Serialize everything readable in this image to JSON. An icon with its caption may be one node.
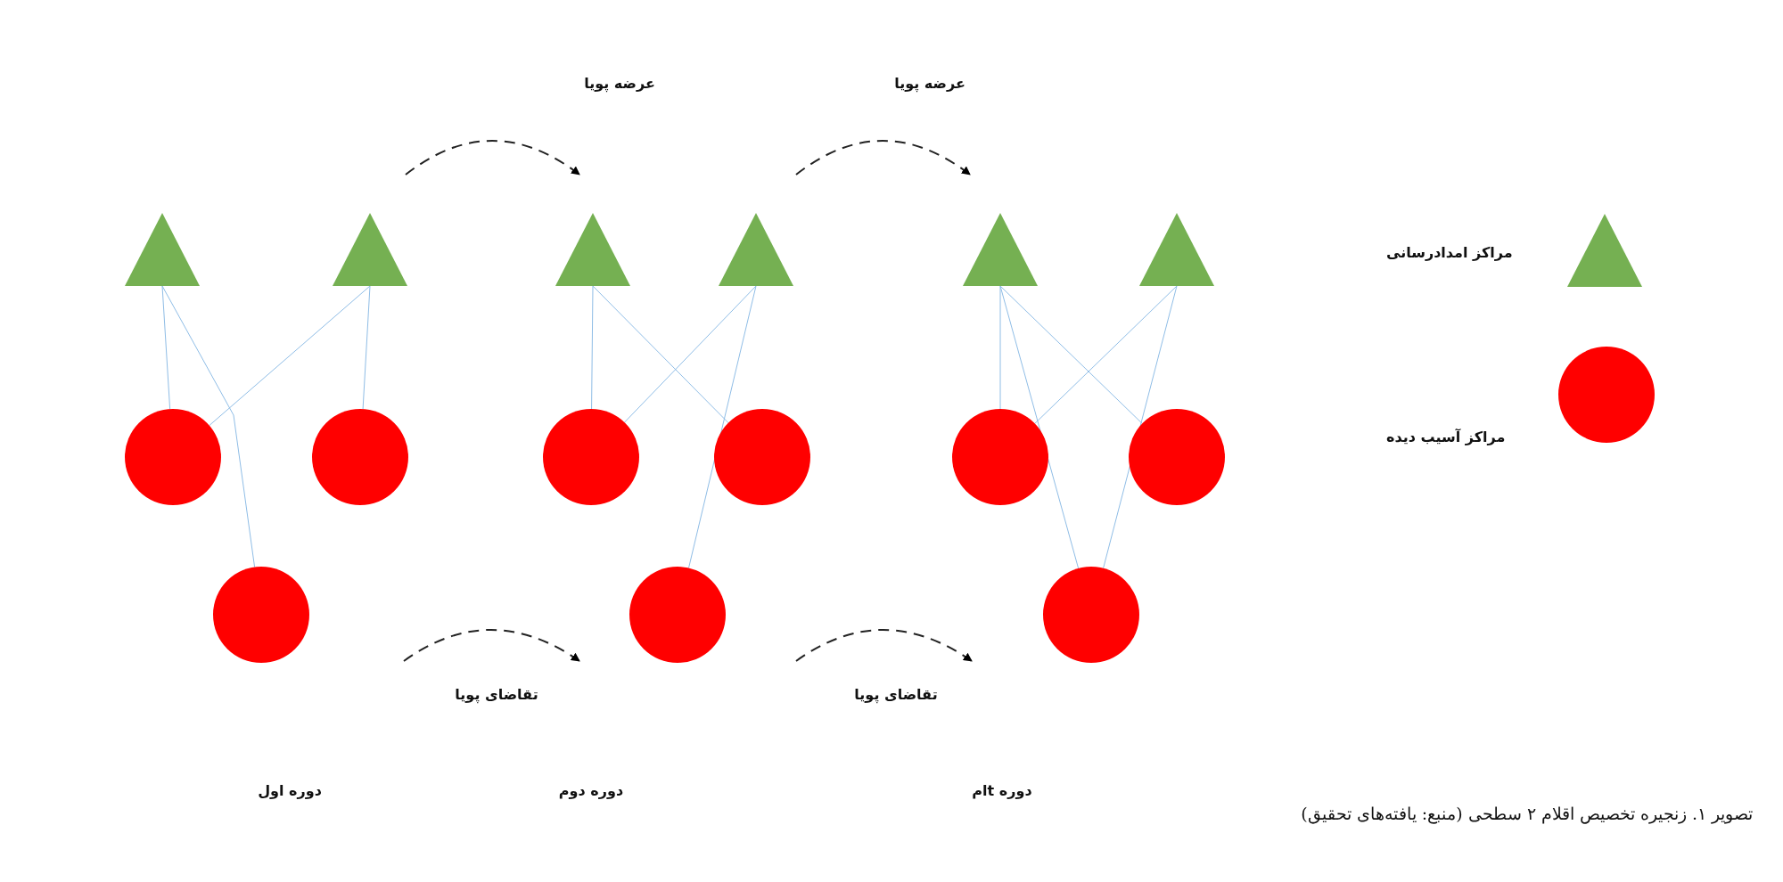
{
  "diagram": {
    "caption": "تصویر ۱. زنجیره تخصیص اقلام ۲ سطحی (منبع: یافته‌های تحقیق)",
    "nodes": [
      {
        "text": [],
        "shape": "triangle"
      },
      {
        "text": [],
        "shape": "triangle"
      },
      {
        "text": [],
        "shape": "triangle"
      },
      {
        "text": [],
        "shape": "triangle"
      },
      {
        "text": [],
        "shape": "triangle"
      },
      {
        "text": [],
        "shape": "triangle"
      },
      {
        "text": [],
        "shape": "circle"
      },
      {
        "text": [],
        "shape": "circle"
      },
      {
        "text": [],
        "shape": "circle"
      },
      {
        "text": [],
        "shape": "circle"
      },
      {
        "text": [],
        "shape": "circle"
      },
      {
        "text": [],
        "shape": "circle"
      },
      {
        "text": [],
        "shape": "circle"
      },
      {
        "text": [],
        "shape": "circle"
      },
      {
        "text": [],
        "shape": "circle"
      }
    ],
    "edges": [
      {
        "from": 0,
        "to": 6,
        "arrow": "none"
      },
      {
        "from": 0,
        "to": 12,
        "arrow": "none"
      },
      {
        "from": 1,
        "to": 6,
        "arrow": "none"
      },
      {
        "from": 1,
        "to": 7,
        "arrow": "none"
      },
      {
        "from": 2,
        "to": 8,
        "arrow": "none"
      },
      {
        "from": 2,
        "to": 9,
        "arrow": "none"
      },
      {
        "from": 3,
        "to": 8,
        "arrow": "none"
      },
      {
        "from": 3,
        "to": 13,
        "arrow": "none"
      },
      {
        "from": 4,
        "to": 10,
        "arrow": "none"
      },
      {
        "from": 4,
        "to": 14,
        "arrow": "none"
      },
      {
        "from": 4,
        "to": 11,
        "arrow": "none"
      },
      {
        "from": 5,
        "to": 10,
        "arrow": "none"
      },
      {
        "from": 5,
        "to": 14,
        "arrow": "none"
      }
    ],
    "labels": [
      "عرضه پویا",
      "عرضه پویا",
      "تقاضای پویا",
      "تقاضای پویا",
      "دوره اول",
      "دوره دوم",
      "دوره tام"
    ],
    "legend": [
      {
        "text": "مراکز امدادرسانی",
        "color": "#75b052"
      },
      {
        "text": "مراکز آسیب دیده",
        "color": "#ff0000"
      }
    ]
  }
}
